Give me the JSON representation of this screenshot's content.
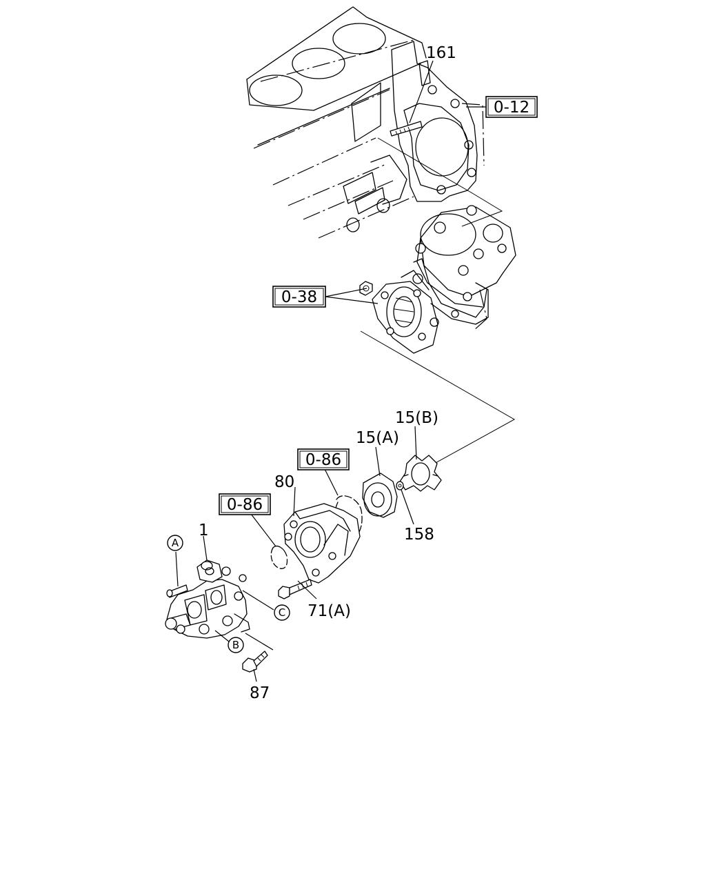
{
  "callouts": {
    "p161": "161",
    "p0_12": "0-12",
    "p0_38": "0-38",
    "p15b": "15(B)",
    "p15a": "15(A)",
    "p0_86_upper": "0-86",
    "p0_86_lower": "0-86",
    "p80": "80",
    "p158": "158",
    "p1": "1",
    "p71a": "71(A)",
    "p87": "87"
  },
  "markers": {
    "a": "A",
    "b": "B",
    "c": "C"
  }
}
